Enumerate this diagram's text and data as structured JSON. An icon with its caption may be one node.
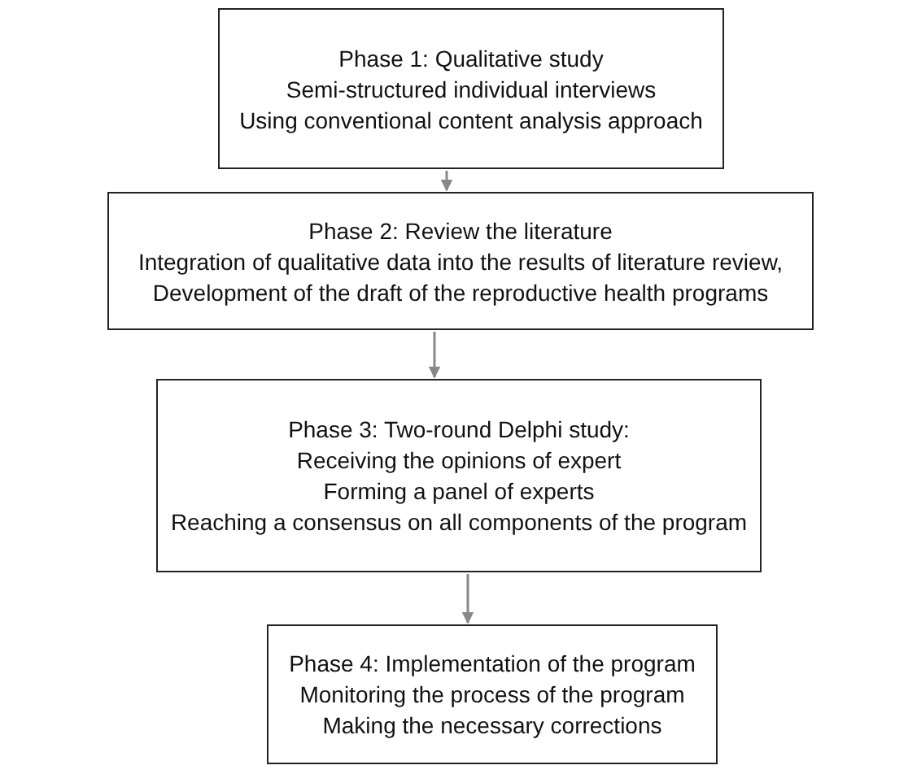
{
  "diagram": {
    "nodes": [
      {
        "text": [
          "Phase 1: Qualitative study",
          "Semi-structured individual interviews",
          "Using conventional content analysis approach"
        ]
      },
      {
        "text": [
          "Phase 2: Review the literature",
          "Integration of qualitative data into the results of literature review,",
          "Development of the draft of the reproductive health programs"
        ]
      },
      {
        "text": [
          "Phase 3: Two-round Delphi study:",
          "Receiving the opinions of expert",
          "Forming a panel of experts",
          "Reaching a consensus on all components of the program"
        ]
      },
      {
        "text": [
          "Phase 4: Implementation of the program",
          "Monitoring the process of the program",
          "Making the necessary corrections"
        ]
      }
    ],
    "edges": [
      {
        "from": 0,
        "to": 1,
        "arrow": "to"
      },
      {
        "from": 1,
        "to": 2,
        "arrow": "to"
      },
      {
        "from": 2,
        "to": 3,
        "arrow": "to"
      }
    ]
  }
}
